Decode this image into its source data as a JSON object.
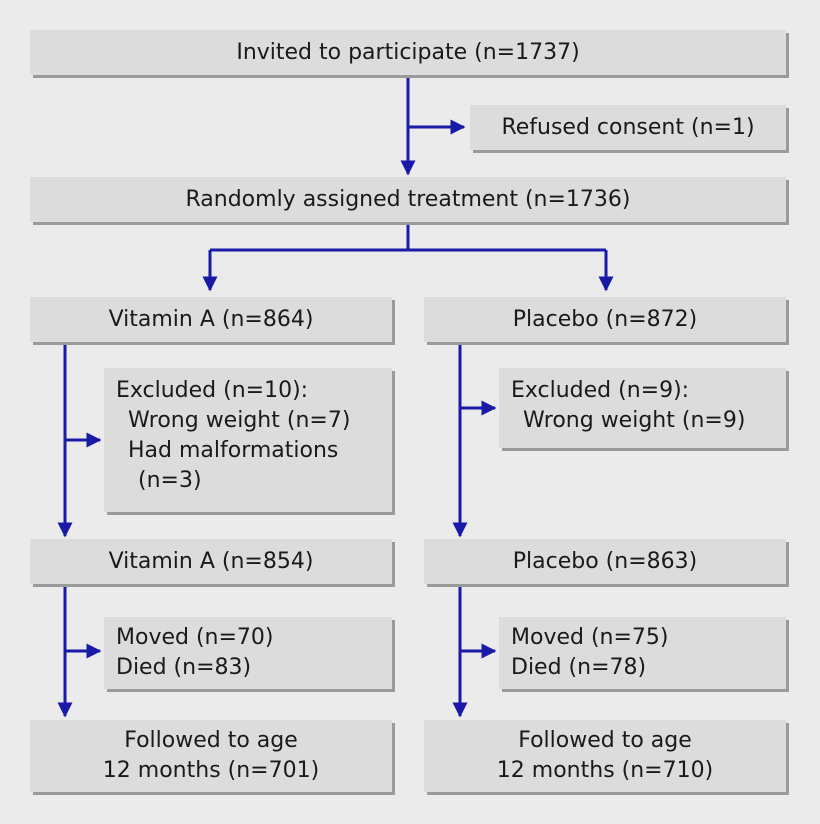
{
  "flowchart": {
    "invited": "Invited to participate (n=1737)",
    "refused": "Refused consent (n=1)",
    "randomized": "Randomly assigned treatment (n=1736)",
    "left": {
      "assigned": "Vitamin A (n=864)",
      "excluded": {
        "title": "Excluded (n=10):",
        "lines": [
          "Wrong weight (n=7)",
          "Had malformations",
          "(n=3)"
        ]
      },
      "analysed": "Vitamin A (n=854)",
      "lost": [
        "Moved (n=70)",
        "Died (n=83)"
      ],
      "followed": [
        "Followed to age",
        "12 months (n=701)"
      ]
    },
    "right": {
      "assigned": "Placebo (n=872)",
      "excluded": {
        "title": "Excluded (n=9):",
        "lines": [
          "Wrong weight (n=9)"
        ]
      },
      "analysed": "Placebo (n=863)",
      "lost": [
        "Moved (n=75)",
        "Died (n=78)"
      ],
      "followed": [
        "Followed to age",
        "12 months (n=710)"
      ]
    }
  },
  "colors": {
    "arrow": "#1a1aa8",
    "box": "#dcdcdc",
    "shadow": "#9a9a9a",
    "background": "#ebebeb"
  }
}
